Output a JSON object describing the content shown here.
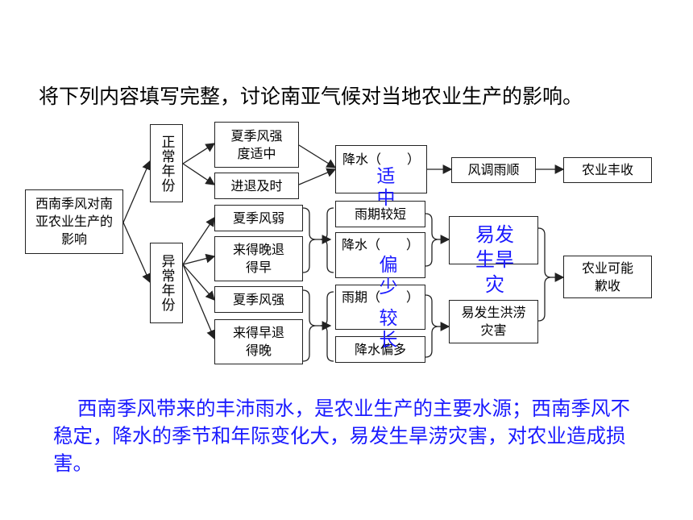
{
  "title": "将下列内容填写完整，讨论南亚气候对当地农业生产的影响。",
  "root": "西南季风对南亚农业生产的影响",
  "normal_year": "正常年份",
  "abnormal_year": "异常年份",
  "normal": {
    "cond1": "夏季风强度适中",
    "cond2": "进退及时",
    "rain": "降水（　　）",
    "rain_fill": "适中",
    "result": "风调雨顺",
    "outcome": "农业丰收"
  },
  "abnormal": {
    "weak": "夏季风弱",
    "late_early": "来得晚退得早",
    "strong": "夏季风强",
    "early_late": "来得早退得晚",
    "rain_short": "雨期较短",
    "rain_less": "降水（　　）",
    "rain_less_fill": "偏少",
    "rain_long": "雨期（　　）",
    "rain_long_fill": "较长",
    "rain_more": "降水偏多",
    "drought": "易发生旱灾",
    "flood": "易发生洪涝灾害",
    "outcome": "农业可能歉收"
  },
  "summary": "西南季风带来的丰沛雨水，是农业生产的主要水源；西南季风不稳定，降水的季节和年际变化大，易发生旱涝灾害，对农业造成损害。"
}
